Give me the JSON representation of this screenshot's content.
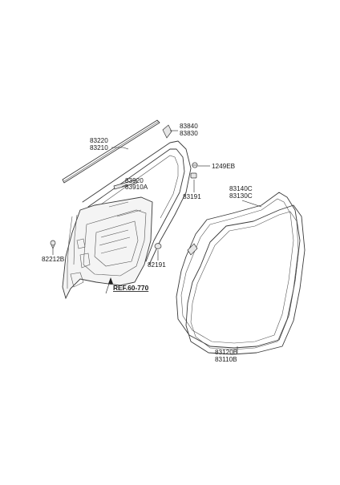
{
  "labels": {
    "p83220": "83220",
    "p83210": "83210",
    "p83840": "83840",
    "p83830": "83830",
    "p1249EB": "1249EB",
    "p83920": "83920",
    "p83910A": "83910A",
    "p83191": "83191",
    "p83140C": "83140C",
    "p83130C": "83130C",
    "p82212B": "82212B",
    "p82191": "82191",
    "ref": "REF.60-770",
    "p83120B": "83120B",
    "p83110B": "83110B"
  }
}
